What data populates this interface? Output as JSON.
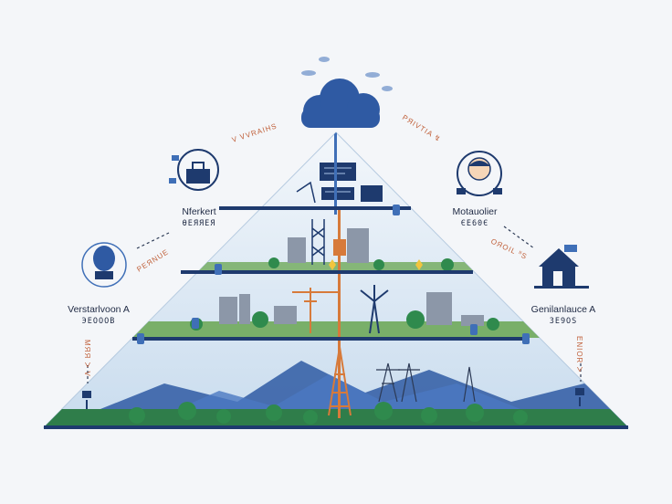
{
  "nodes": {
    "left_top": {
      "name": "Nferkert",
      "sub": "ѲЕЯЯЕЯ"
    },
    "left_mid": {
      "name": "Verstarlvoon A",
      "sub": "ЭЕОООВ"
    },
    "right_top": {
      "name": "Motauolier",
      "sub": "ЄЕ60Є"
    },
    "right_mid": {
      "name": "Genilanlauce A",
      "sub": "ЗЕ9ОЅ"
    }
  },
  "connector_labels": {
    "top_left": "V ᏙVRAIHS",
    "top_right": "PЯIVTIA ↯",
    "mid_left": "PEЯNUЕ",
    "mid_right": "ОЯОIL ᐦS",
    "low_left": "МЯЯ ᐳ V",
    "low_right": "ЕNIOR ᐳ"
  },
  "colors": {
    "navy": "#1e3a6e",
    "blue": "#3f6fb7",
    "orange": "#d77a3a",
    "green": "#3f8f4f",
    "sky": "#dfeaf5"
  }
}
